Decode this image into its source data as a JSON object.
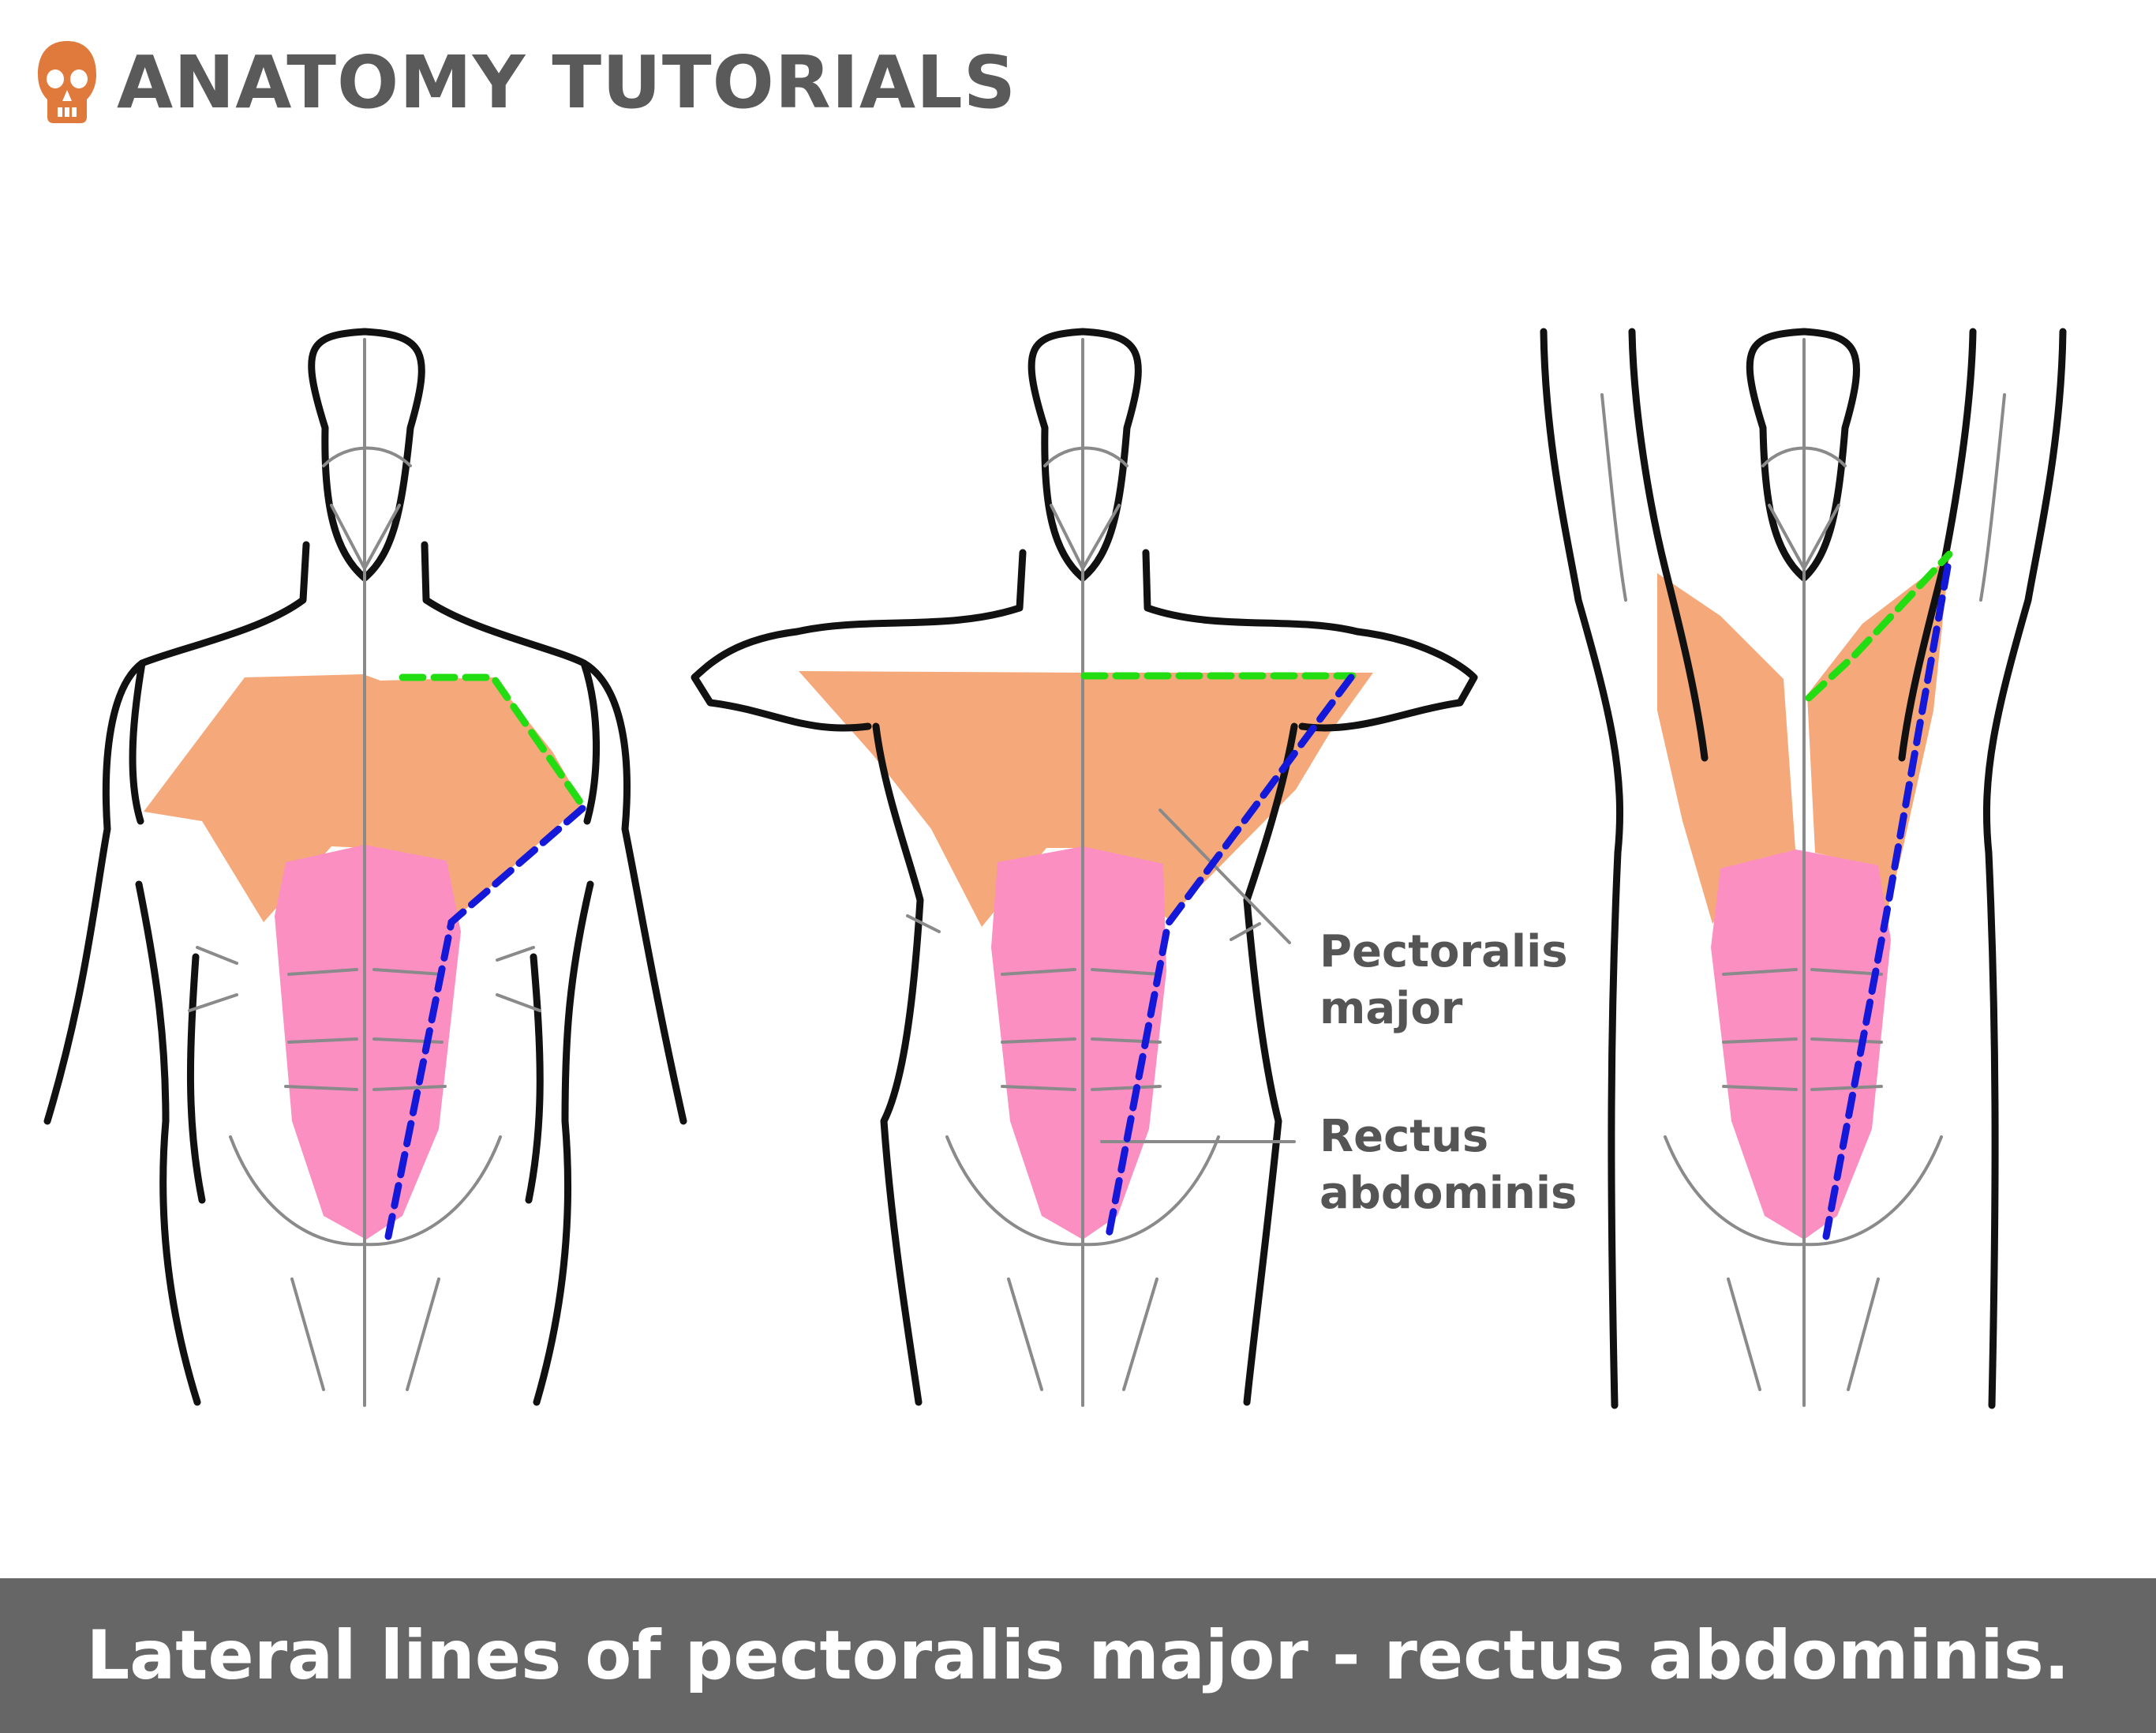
{
  "brand": {
    "name": "ANATOMY TUTORIALS",
    "icon": "skull-icon",
    "icon_color": "#e07a3c"
  },
  "labels": {
    "pectoralis": [
      "Pectoralis",
      "major"
    ],
    "rectus": [
      "Rectus",
      "abdominis"
    ]
  },
  "caption": "Lateral lines of pectoralis major - rectus abdominis.",
  "colors": {
    "pectoralis_fill": "#f5a97a",
    "rectus_fill": "#fb8fc2",
    "upper_line": "#22dd11",
    "lateral_line": "#1418d8",
    "outline": "#111111",
    "caption_bar": "#666666"
  }
}
